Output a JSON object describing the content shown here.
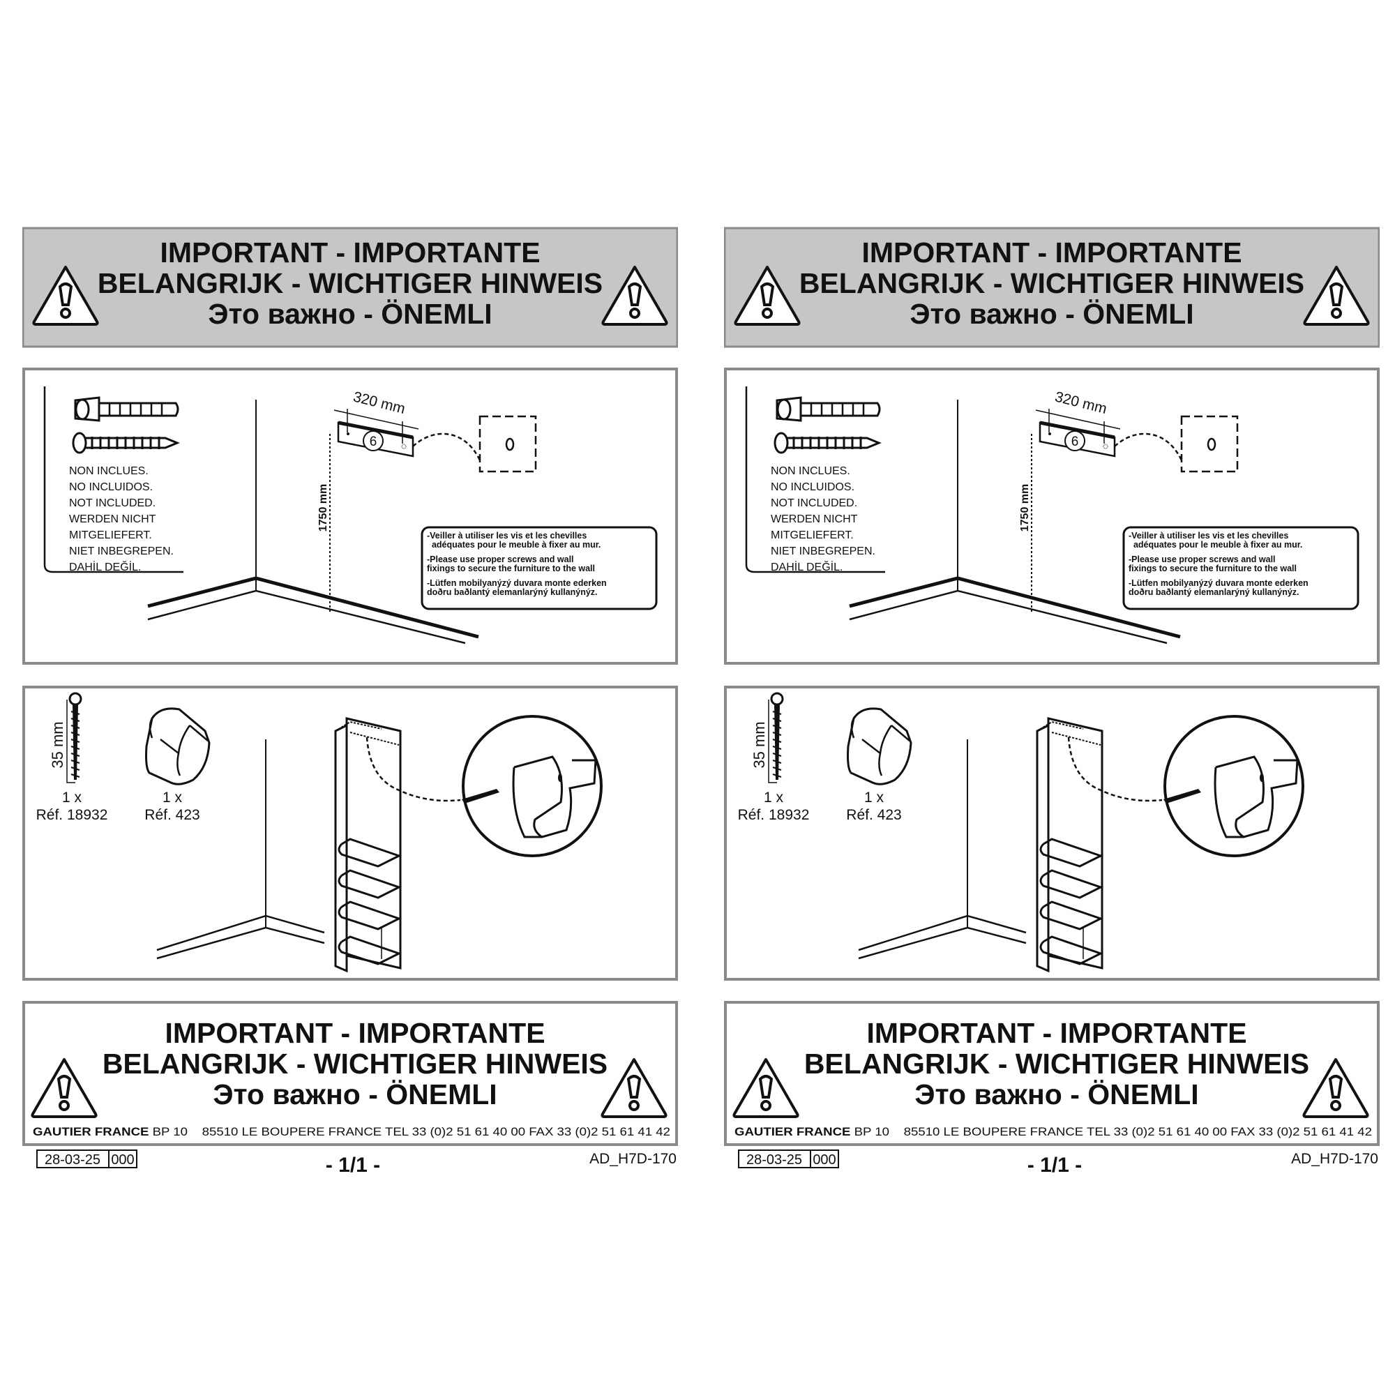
{
  "sheets": [
    {
      "header": {
        "line1": "IMPORTANT - IMPORTANTE",
        "line2": "BELANGRIJK - WICHTIGER HINWEIS",
        "line3": "Это важно - ÖNEMLI"
      },
      "step1": {
        "not_included": [
          "NON INCLUES.",
          "NO INCLUIDOS.",
          "NOT INCLUDED.",
          "WERDEN NICHT",
          "MITGELIEFERT.",
          "NIET INBEGREPEN.",
          "DAHİL DEĞİL."
        ],
        "height_dim": "1750 mm",
        "width_dim": "320 mm",
        "part_number": "6",
        "notice": [
          "-Veiller à utiliser les vis et les chevilles",
          "  adéquates pour le meuble à fixer au mur.",
          "-Please use proper screws and wall",
          "fixings to secure the furniture to the wall",
          "-Lütfen mobilyanýzý duvara monte ederken",
          "doðru baðlantý elemanlarýný kullanýnýz."
        ]
      },
      "step2": {
        "screw_length": "35 mm",
        "parts": [
          {
            "qty": "1 x",
            "ref": "Réf. 18932"
          },
          {
            "qty": "1 x",
            "ref": "Réf. 423"
          }
        ]
      },
      "footer_box": {
        "line1": "IMPORTANT - IMPORTANTE",
        "line2": "BELANGRIJK - WICHTIGER HINWEIS",
        "line3": "Это важно - ÖNEMLI",
        "company": "GAUTIER FRANCE",
        "address": " BP 10    85510 LE BOUPERE FRANCE TEL 33 (0)2 51 61 40 00 FAX 33 (0)2 51 61 41 42"
      },
      "meta": {
        "date": "28-03-25",
        "revision": "000",
        "page": "- 1/1 -",
        "doc_code": "AD_H7D-170"
      }
    },
    {
      "header": {
        "line1": "IMPORTANT - IMPORTANTE",
        "line2": "BELANGRIJK - WICHTIGER HINWEIS",
        "line3": "Это важно - ÖNEMLI"
      },
      "step1": {
        "not_included": [
          "NON INCLUES.",
          "NO INCLUIDOS.",
          "NOT INCLUDED.",
          "WERDEN NICHT",
          "MITGELIEFERT.",
          "NIET INBEGREPEN.",
          "DAHİL DEĞİL."
        ],
        "height_dim": "1750 mm",
        "width_dim": "320 mm",
        "part_number": "6",
        "notice": [
          "-Veiller à utiliser les vis et les chevilles",
          "  adéquates pour le meuble à fixer au mur.",
          "-Please use proper screws and wall",
          "fixings to secure the furniture to the wall",
          "-Lütfen mobilyanýzý duvara monte ederken",
          "doðru baðlantý elemanlarýný kullanýnýz."
        ]
      },
      "step2": {
        "screw_length": "35 mm",
        "parts": [
          {
            "qty": "1 x",
            "ref": "Réf. 18932"
          },
          {
            "qty": "1 x",
            "ref": "Réf. 423"
          }
        ]
      },
      "footer_box": {
        "line1": "IMPORTANT - IMPORTANTE",
        "line2": "BELANGRIJK - WICHTIGER HINWEIS",
        "line3": "Это важно - ÖNEMLI",
        "company": "GAUTIER FRANCE",
        "address": " BP 10    85510 LE BOUPERE FRANCE TEL 33 (0)2 51 61 40 00 FAX 33 (0)2 51 61 41 42"
      },
      "meta": {
        "date": "28-03-25",
        "revision": "000",
        "page": "- 1/1 -",
        "doc_code": "AD_H7D-170"
      }
    }
  ]
}
